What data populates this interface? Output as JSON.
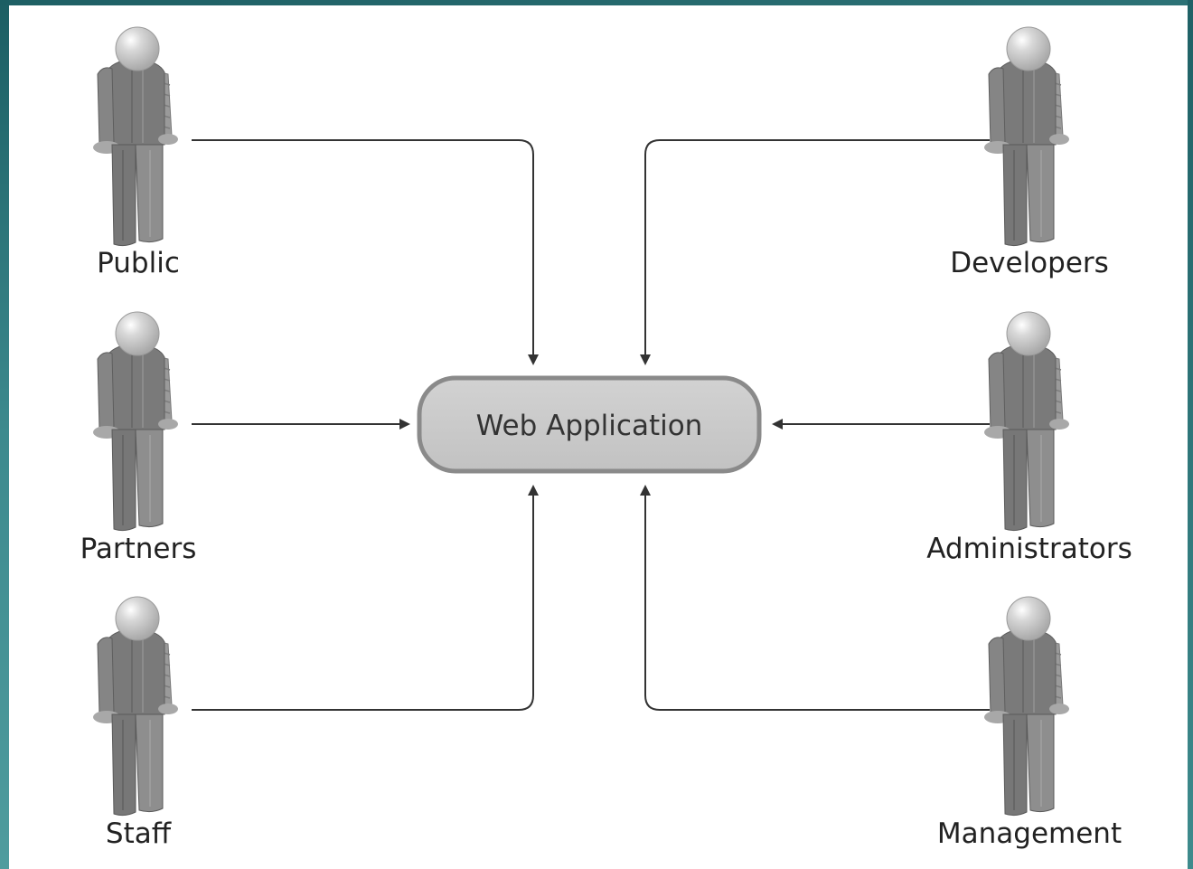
{
  "diagram": {
    "center": {
      "label": "Web Application"
    },
    "actors": [
      {
        "id": "public",
        "label": "Public"
      },
      {
        "id": "partners",
        "label": "Partners"
      },
      {
        "id": "staff",
        "label": "Staff"
      },
      {
        "id": "developers",
        "label": "Developers"
      },
      {
        "id": "administrators",
        "label": "Administrators"
      },
      {
        "id": "management",
        "label": "Management"
      }
    ]
  },
  "colors": {
    "frame": "#2c7276",
    "box_fill": "#c9c9c9",
    "box_border": "#8a8a8a",
    "figure_dark": "#6e6e6e",
    "figure_light": "#a8a8a8",
    "head": "#cfcfcf",
    "arrow": "#333333"
  }
}
